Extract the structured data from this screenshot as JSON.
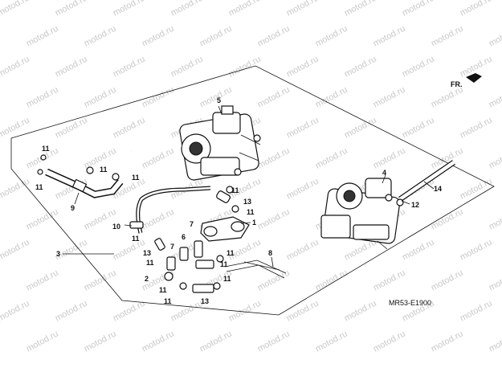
{
  "watermark": "motod.ru",
  "direction": "FR.",
  "diagram_code": "MR53-E1900",
  "callouts": {
    "c1": "1",
    "c2": "2",
    "c3": "3",
    "c4": "4",
    "c5": "5",
    "c6": "6",
    "c7a": "7",
    "c7b": "7",
    "c8": "8",
    "c9": "9",
    "c10": "10",
    "c11a": "11",
    "c11b": "11",
    "c11c": "11",
    "c11d": "11",
    "c11e": "11",
    "c11f": "11",
    "c11g": "11",
    "c11h": "11",
    "c11i": "11",
    "c11j": "11",
    "c11k": "11",
    "c11l": "11",
    "c11m": "11",
    "c12": "12",
    "c13a": "13",
    "c13b": "13",
    "c13c": "13",
    "c14": "14"
  }
}
